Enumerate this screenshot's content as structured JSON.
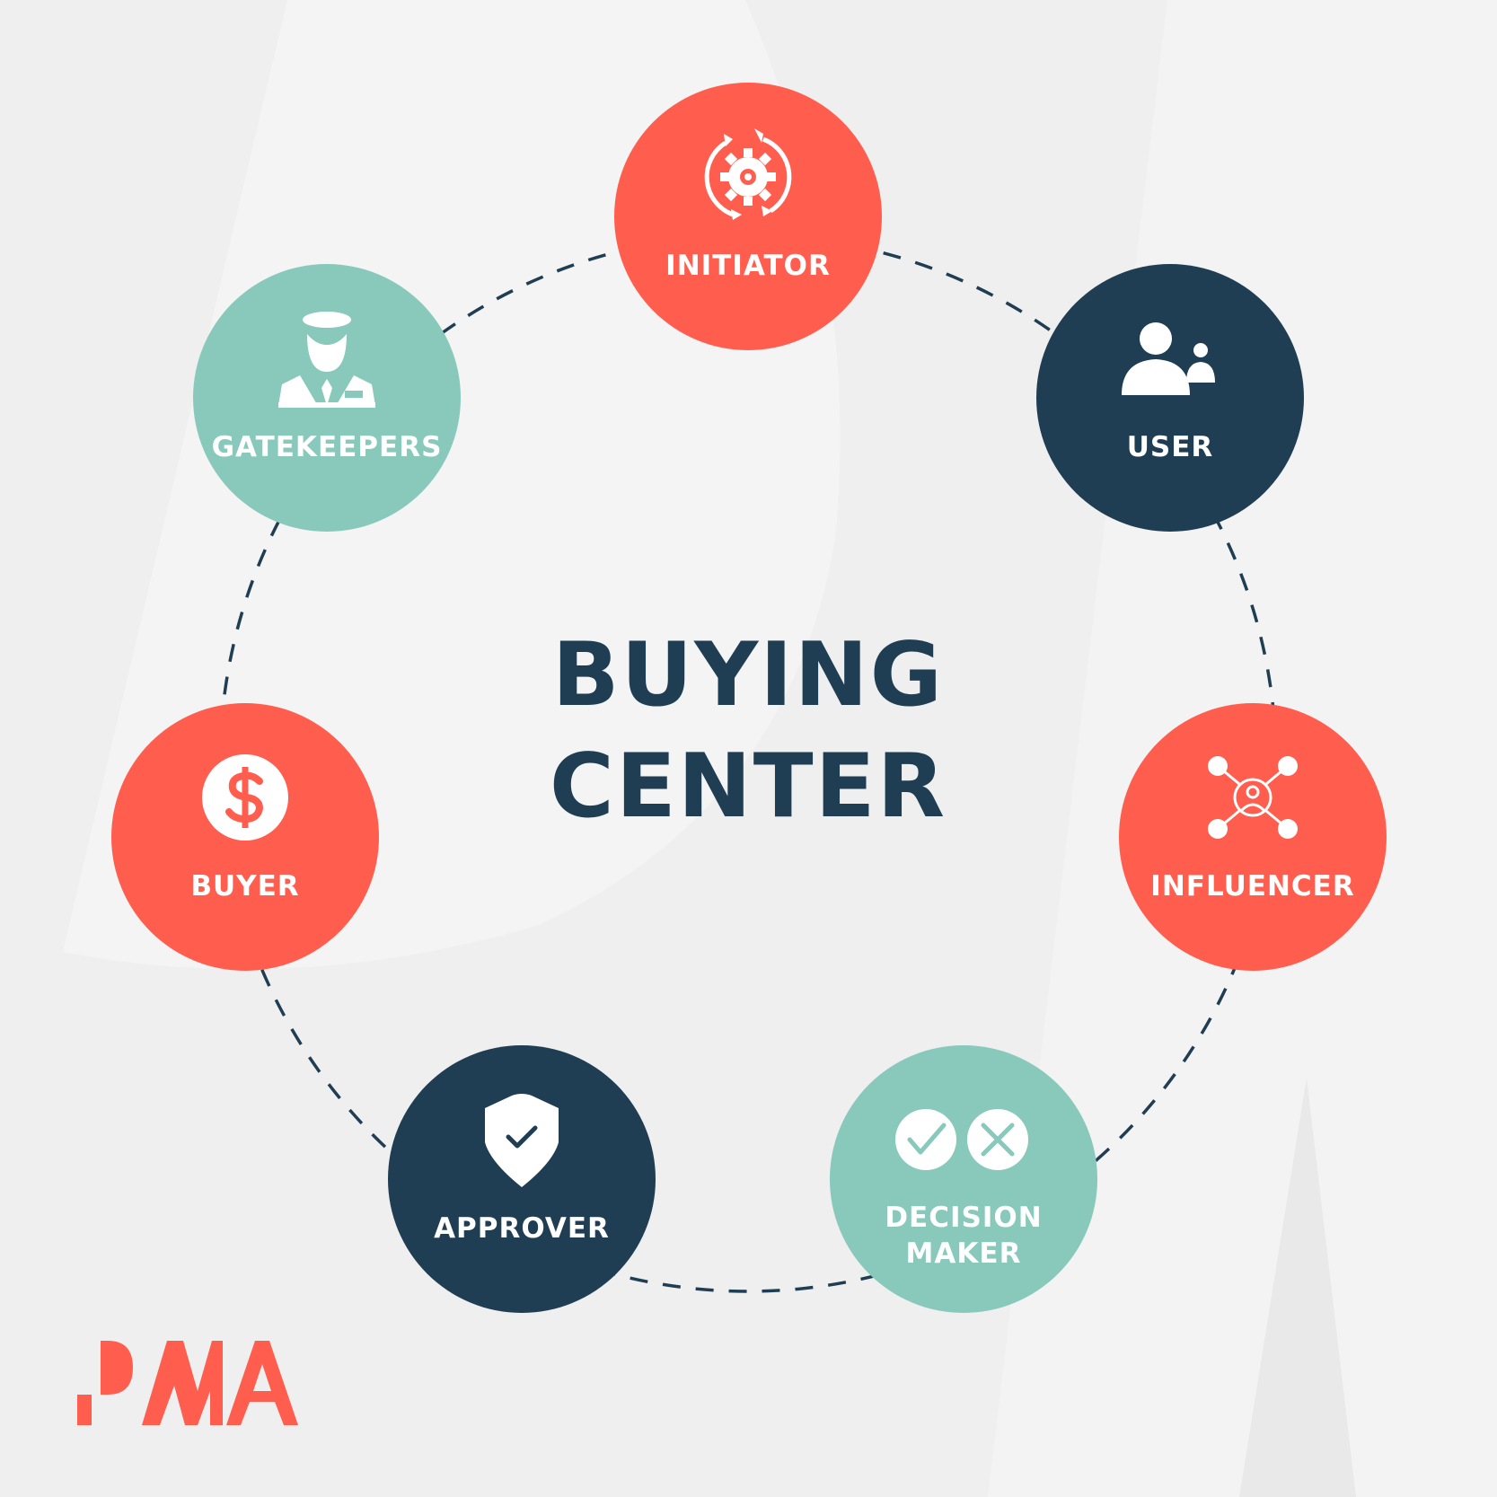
{
  "title": {
    "line1": "BUYING",
    "line2": "CENTER"
  },
  "colors": {
    "red": "#ff5e4f",
    "navy": "#1f3d53",
    "teal": "#88c9bc",
    "background": "#efefef"
  },
  "roles": [
    {
      "id": "initiator",
      "label": "INITIATOR",
      "color": "red",
      "icon": "gear-cycle-icon"
    },
    {
      "id": "user",
      "label": "USER",
      "color": "navy",
      "icon": "users-icon"
    },
    {
      "id": "influencer",
      "label": "INFLUENCER",
      "color": "red",
      "icon": "network-person-icon"
    },
    {
      "id": "decision_maker",
      "label": "DECISION\nMAKER",
      "color": "teal",
      "icon": "check-cross-icon"
    },
    {
      "id": "approver",
      "label": "APPROVER",
      "color": "navy",
      "icon": "shield-check-icon"
    },
    {
      "id": "buyer",
      "label": "BUYER",
      "color": "red",
      "icon": "dollar-coin-icon"
    },
    {
      "id": "gatekeepers",
      "label": "GATEKEEPERS",
      "color": "teal",
      "icon": "guard-icon"
    }
  ],
  "logo": {
    "text": ".PMA"
  }
}
